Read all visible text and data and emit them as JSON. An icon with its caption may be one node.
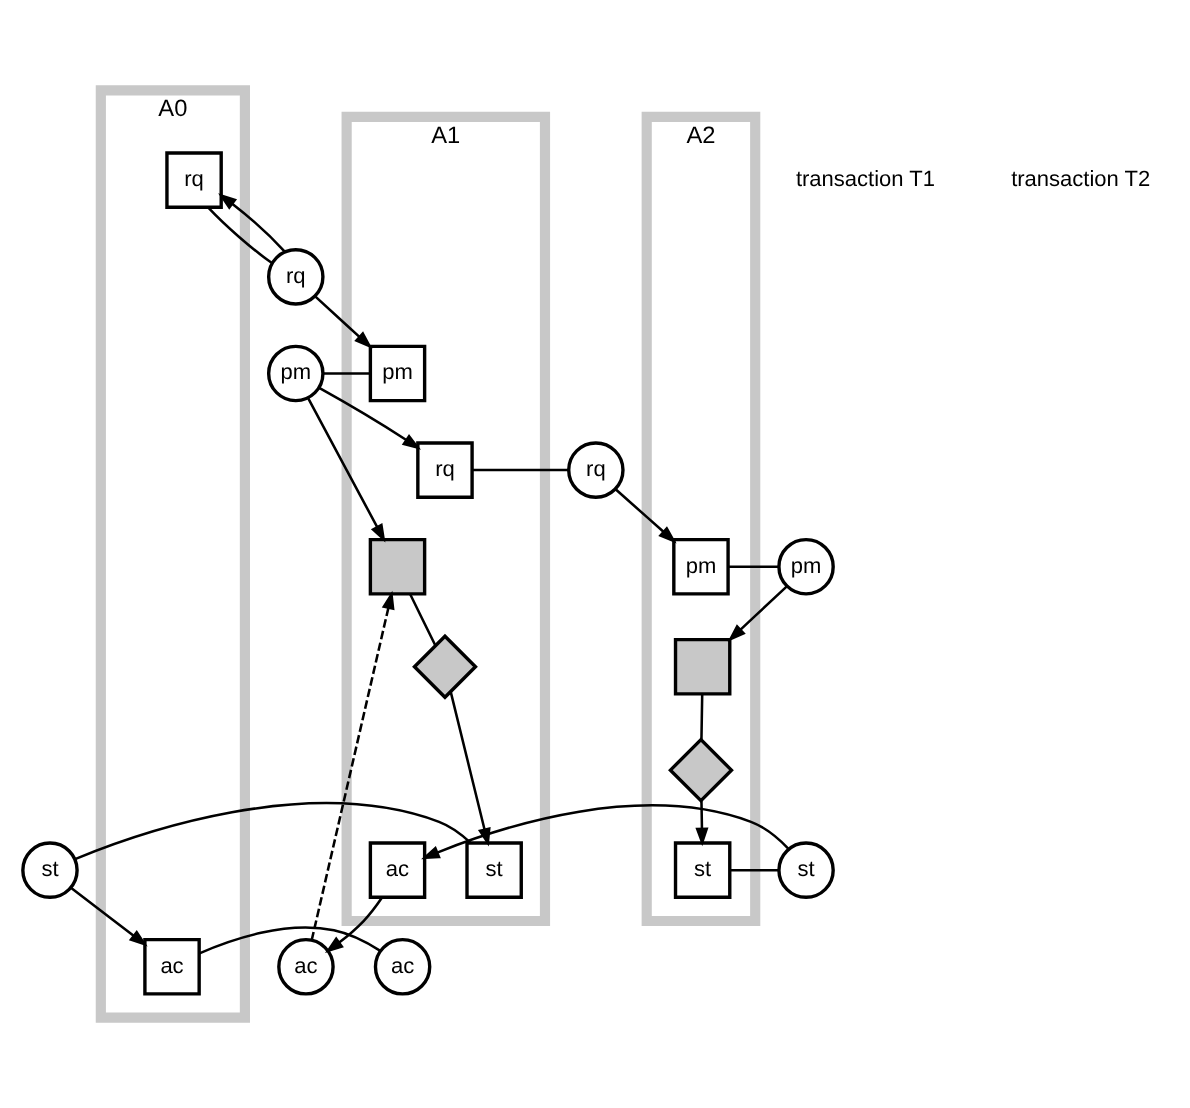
{
  "diagram": {
    "nodes": [
      {
        "text": [
          "A0"
        ]
      },
      {
        "text": [
          "rq"
        ],
        "in": 0
      },
      {
        "text": [
          "ac"
        ],
        "in": 0
      },
      {
        "text": [
          "A1"
        ]
      },
      {
        "text": [
          "pm"
        ],
        "in": 3
      },
      {
        "text": [
          "rq"
        ],
        "in": 3
      },
      {
        "text": [],
        "shape": "box",
        "in": 3
      },
      {
        "text": [],
        "shape": "diamond",
        "in": 3
      },
      {
        "text": [
          "st"
        ],
        "in": 3
      },
      {
        "text": [
          "ac"
        ],
        "in": 3
      },
      {
        "text": [
          "A2"
        ]
      },
      {
        "text": [
          "pm"
        ],
        "in": 10
      },
      {
        "text": [],
        "shape": "box",
        "in": 10
      },
      {
        "text": [],
        "shape": "diamond",
        "in": 10
      },
      {
        "text": [
          "st"
        ],
        "in": 10
      },
      {
        "text": [
          "rq"
        ]
      },
      {
        "text": [
          "pm"
        ]
      },
      {
        "text": [
          "st"
        ]
      },
      {
        "text": [
          "ac"
        ]
      },
      {
        "text": [
          "rq"
        ]
      },
      {
        "text": [
          "pm"
        ]
      },
      {
        "text": [
          "ac"
        ]
      },
      {
        "text": [
          "st"
        ]
      }
    ],
    "edges": [
      {
        "from": 1,
        "to": 15,
        "arrow": "none"
      },
      {
        "from": 15,
        "to": 1,
        "arrow": "to"
      },
      {
        "from": 15,
        "to": 4,
        "arrow": "to"
      },
      {
        "from": 16,
        "to": 4,
        "arrow": "none"
      },
      {
        "from": 16,
        "to": 5,
        "arrow": "to"
      },
      {
        "from": 16,
        "to": 6,
        "arrow": "to"
      },
      {
        "from": 5,
        "to": 19,
        "arrow": "none"
      },
      {
        "from": 19,
        "to": 11,
        "arrow": "to"
      },
      {
        "from": 20,
        "to": 11,
        "arrow": "none"
      },
      {
        "from": 20,
        "to": 12,
        "arrow": "to"
      },
      {
        "from": 6,
        "to": 7,
        "arrow": "none"
      },
      {
        "from": 7,
        "to": 8,
        "arrow": "to"
      },
      {
        "from": 8,
        "to": 17,
        "arrow": "none"
      },
      {
        "from": 17,
        "to": 2,
        "arrow": "to"
      },
      {
        "from": 2,
        "to": 18,
        "arrow": "none"
      },
      {
        "from": 21,
        "to": 6,
        "arrow": "to",
        "style": "dashed"
      },
      {
        "from": 9,
        "to": 21,
        "arrow": "to"
      },
      {
        "from": 12,
        "to": 13,
        "arrow": "none"
      },
      {
        "from": 13,
        "to": 14,
        "arrow": "to"
      },
      {
        "from": 14,
        "to": 22,
        "arrow": "none"
      },
      {
        "from": 22,
        "to": 9,
        "arrow": "to"
      }
    ],
    "labels": [
      "transaction T1",
      "transaction T2"
    ]
  }
}
